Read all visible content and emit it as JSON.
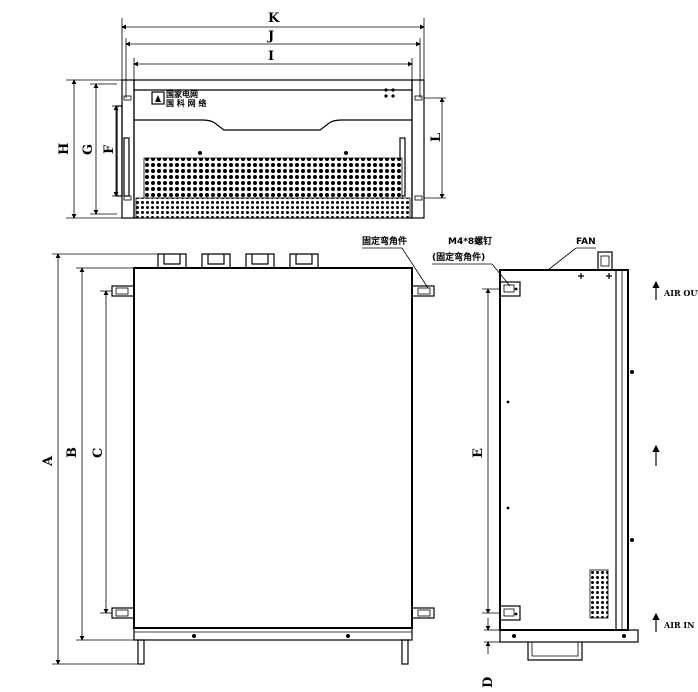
{
  "dimensions": {
    "K": "K",
    "J": "J",
    "I": "I",
    "H": "H",
    "G": "G",
    "F": "F",
    "L": "L",
    "A": "A",
    "B": "B",
    "C": "C",
    "E": "E",
    "D": "D"
  },
  "annotations": {
    "fixed_bracket": "固定弯角件",
    "screw": "M4*8螺钉",
    "screw_bracket": "(固定弯角件)",
    "fan": "FAN",
    "air_out": "AIR OUT",
    "air_in": "AIR IN"
  },
  "logo": {
    "line1": "国家电网",
    "line2": "国 科 网 络"
  },
  "icons": {
    "logo": "logo-emblem-icon",
    "dots": "indicator-dots-icon",
    "arrow": "airflow-arrow-icon"
  }
}
